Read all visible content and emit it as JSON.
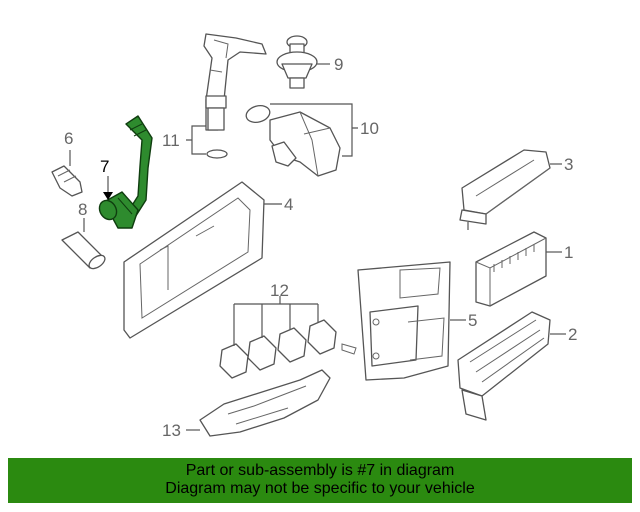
{
  "callouts": {
    "c1": "1",
    "c2": "2",
    "c3": "3",
    "c4": "4",
    "c5": "5",
    "c6": "6",
    "c7": "7",
    "c8": "8",
    "c9": "9",
    "c10": "10",
    "c11": "11",
    "c12": "12",
    "c13": "13"
  },
  "highlight_part": "7",
  "colors": {
    "highlight": "#2e8b2e",
    "footer_bg": "#2b8a10"
  },
  "footer": {
    "line1": "Part or sub-assembly is #7 in diagram",
    "line2": "Diagram may not be specific to your vehicle"
  }
}
